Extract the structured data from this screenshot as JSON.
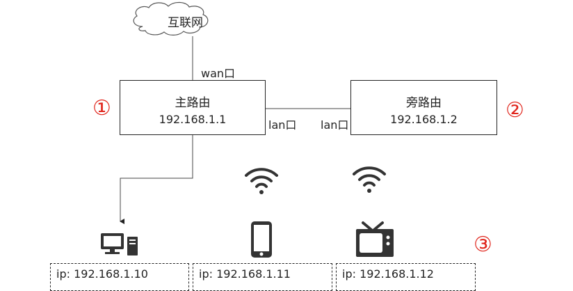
{
  "cloud": {
    "label": "互联网"
  },
  "wan_port": {
    "label": "wan口"
  },
  "main_router": {
    "name": "主路由",
    "ip": "192.168.1.1",
    "lan_label": "lan口",
    "marker": "①"
  },
  "side_router": {
    "name": "旁路由",
    "ip": "192.168.1.2",
    "lan_label": "lan口",
    "marker": "②"
  },
  "devices_marker": "③",
  "devices": [
    {
      "icon": "desktop-computer-icon",
      "ip": "ip: 192.168.1.10"
    },
    {
      "icon": "smartphone-icon",
      "ip": "ip: 192.168.1.11",
      "wireless_icon": "wifi-icon"
    },
    {
      "icon": "television-icon",
      "ip": "ip: 192.168.1.12",
      "wireless_icon": "wifi-icon"
    }
  ],
  "colors": {
    "line": "#222222",
    "marker": "#e0241b"
  }
}
